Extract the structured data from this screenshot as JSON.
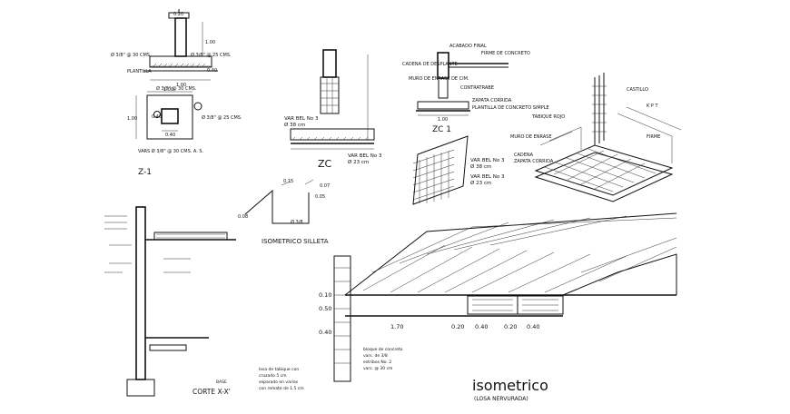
{
  "z1": {
    "dim_top": "1.00",
    "dim_side": "0.20",
    "bar_a": "Ø 3/8\" @ 30 CMS.",
    "bar_b": "Ø 3/8\" @ 25 CMS.",
    "plantilla": "PLANTILLA",
    "base": "1.00",
    "plan_bar_a": "Ø 3/8\" @ 30 CMS.",
    "plan_bar_b": "Ø 3/8\" @ 25 CMS.",
    "plan_w": "1.00",
    "plan_h": "1.00",
    "col": "0.40",
    "col_h": "0.40",
    "note": "VARS Ø 3/8\" @ 30 CMS. A. S.",
    "title": "Z-1"
  },
  "zc": {
    "bar1": "VAR BEL No 3",
    "bar1b": "Ø 38 cm",
    "bar2": "VAR BEL No 3",
    "bar2b": "Ø 23 cm",
    "title": "ZC"
  },
  "zc1": {
    "acabado": "ACABADO FINAL",
    "firme": "FIRME DE CONCRETO",
    "cadena": "CADENA DE DESPLANTE",
    "muro": "MURO DE ENRASE DE CIM.",
    "contratrabe": "CONTRATRABE",
    "zapata": "ZAPATA CORRIDA",
    "plantilla": "PLANTILLA DE CONCRETO SIMPLE",
    "dim": "1.00",
    "title": "ZC 1",
    "bar1": "VAR BEL No 3",
    "bar1b": "Ø 38 cm",
    "bar2": "VAR BEL No 3",
    "bar2b": "Ø 23 cm"
  },
  "castillo": {
    "castillo": "CASTILLO",
    "kpt": "K P T",
    "tabique": "TABIQUE ROJO",
    "firme": "FIRME",
    "muro": "MURO DE ENRASE",
    "cadena": "CADENA",
    "zapata": "ZAPATA CORRIDA"
  },
  "silleta": {
    "d1": "0.15",
    "d2": "0.07",
    "d3": "0.05",
    "d4": "0.08",
    "note": "Ø 3/8",
    "title": "ISOMETRICO SILLETA"
  },
  "corte": {
    "title": "CORTE X-X'",
    "note": "BASE"
  },
  "iso": {
    "dims": [
      "0.10",
      "0.50",
      "0.40"
    ],
    "span": "1.70",
    "bottom_dims": [
      "0.20",
      "0.40",
      "0.20",
      "0.40"
    ],
    "title": "isometrico",
    "subtitle": "(LOSA NERVURADA)",
    "notes_left": [
      "losa de tabique con",
      "cruzado 5 cm",
      "separado en varias",
      "con remate de 1.5 cm"
    ],
    "notes_mid": [
      "bloque de concreto",
      "vars. de 3/8",
      "estribos No. 2",
      "vars. @ 30 cm"
    ]
  }
}
